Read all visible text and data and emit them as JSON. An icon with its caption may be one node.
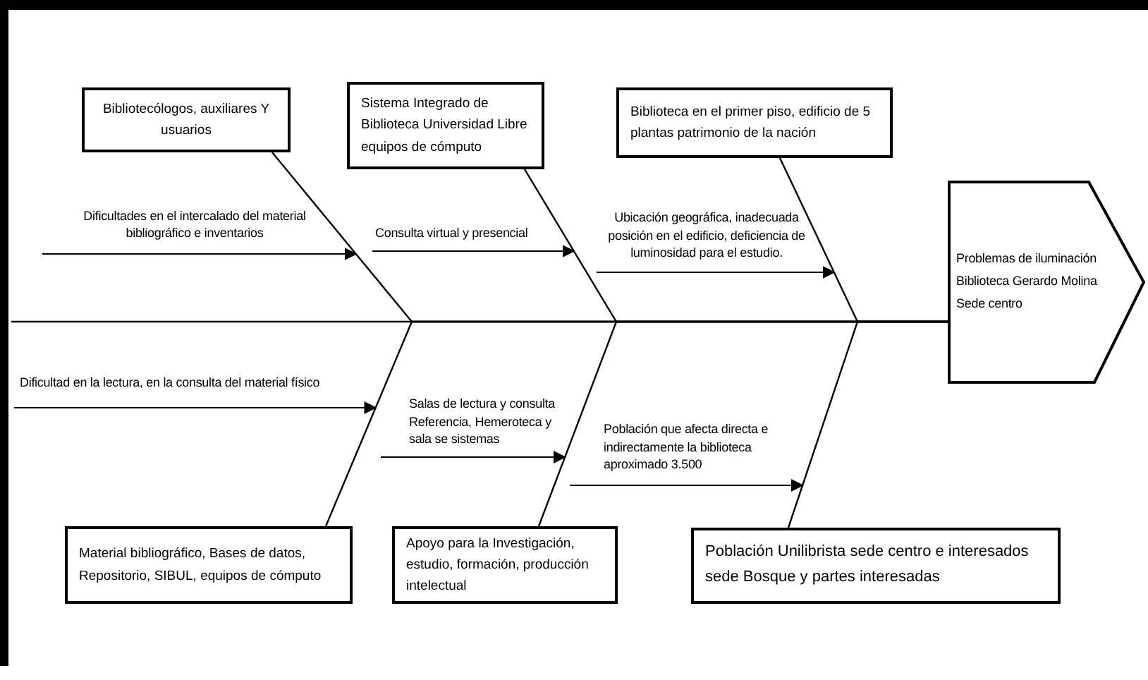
{
  "diagram": {
    "nodes": [
      {
        "text": [
          "Bibliotecólogos, auxiliares Y usuarios"
        ]
      },
      {
        "text": [
          "Sistema Integrado de Biblioteca Universidad Libre equipos de cómputo"
        ]
      },
      {
        "text": [
          "Biblioteca en el primer piso, edificio de 5 plantas patrimonio de la nación"
        ]
      },
      {
        "text": [
          "Problemas de iluminación Biblioteca Gerardo Molina Sede centro"
        ]
      },
      {
        "text": [
          "Material bibliográfico, Bases de datos, Repositorio, SIBUL, equipos de cómputo"
        ]
      },
      {
        "text": [
          "Apoyo para la Investigación, estudio, formación, producción intelectual"
        ]
      },
      {
        "text": [
          "Población Unilibrista sede centro e interesados sede Bosque y partes interesadas"
        ]
      }
    ],
    "edges": [
      {
        "from": null,
        "to": 3,
        "arrow": "none"
      },
      {
        "from": 0,
        "to": 3,
        "arrow": "none"
      },
      {
        "from": 1,
        "to": 3,
        "arrow": "none"
      },
      {
        "from": 2,
        "to": 3,
        "arrow": "none"
      },
      {
        "from": 4,
        "to": 3,
        "arrow": "none"
      },
      {
        "from": 5,
        "to": 3,
        "arrow": "none"
      },
      {
        "from": 6,
        "to": 3,
        "arrow": "none"
      }
    ],
    "labels": [
      "Dificultades en el intercalado del material bibliográfico e inventarios",
      "Consulta virtual y presencial",
      "Ubicación geográfica, inadecuada posición en el edificio, deficiencia de luminosidad para el estudio.",
      "Dificultad en la lectura, en la consulta del material físico",
      "Salas de lectura y consulta Referencia, Hemeroteca y sala se sistemas",
      "Población que afecta directa e indirectamente la biblioteca aproximado 3.500"
    ]
  }
}
